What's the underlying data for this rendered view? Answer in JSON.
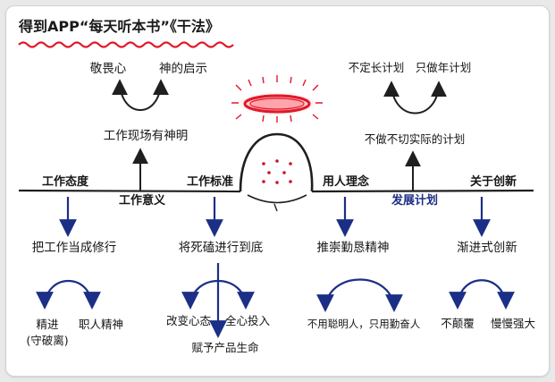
{
  "title": "得到APP“每天听本书”《干法》",
  "colors": {
    "ink": "#1f1f1f",
    "blue": "#1c2f86",
    "red": "#e0182a",
    "accent_red": "#c8142a"
  },
  "left": {
    "heading_attitude": "工作态度",
    "heading_meaning": "工作意义",
    "heading_standard": "工作标准",
    "meaning_node": "工作现场有神明",
    "meaning_leaf_1": "敬畏心",
    "meaning_leaf_2": "神的启示",
    "attitude_node": "把工作当成修行",
    "attitude_leaf_1": "精进",
    "attitude_leaf_1_note": "(守破离)",
    "attitude_leaf_2": "职人精神",
    "standard_node": "将死磕进行到底",
    "standard_leaf_1": "改变心态",
    "standard_leaf_2": "全心投入",
    "standard_leaf_3": "赋予产品生命"
  },
  "right": {
    "heading_people": "用人理念",
    "heading_plan": "发展计划",
    "heading_innovation": "关于创新",
    "plan_node": "不做不切实际的计划",
    "plan_leaf_1": "不定长计划",
    "plan_leaf_2": "只做年计划",
    "people_node": "推崇勤恳精神",
    "people_leaf": "不用聪明人，只用勤奋人",
    "innovation_node": "渐进式创新",
    "innovation_leaf_1": "不颠覆",
    "innovation_leaf_2": "慢慢强大"
  }
}
